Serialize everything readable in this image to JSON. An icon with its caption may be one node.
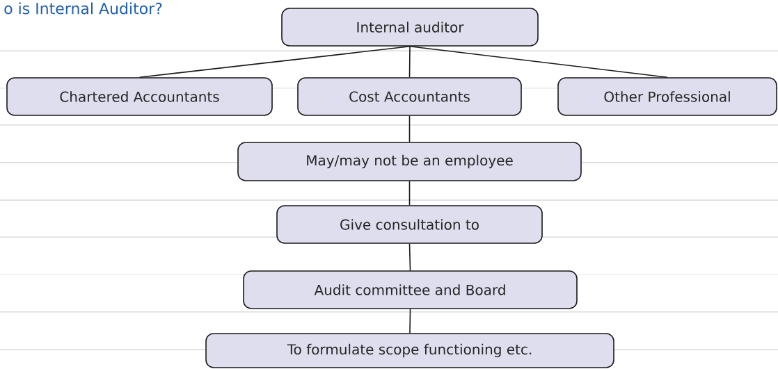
{
  "diagram": {
    "title": "o is Internal Auditor?",
    "nodes": [
      {
        "text": [
          "Internal auditor"
        ]
      },
      {
        "text": [
          "Chartered Accountants"
        ]
      },
      {
        "text": [
          "Cost Accountants"
        ]
      },
      {
        "text": [
          "Other Professional"
        ]
      },
      {
        "text": [
          "May/may not be an employee"
        ]
      },
      {
        "text": [
          "Give consultation to"
        ]
      },
      {
        "text": [
          "Audit committee and Board"
        ]
      },
      {
        "text": [
          "To formulate scope functioning etc."
        ]
      }
    ],
    "edges": [
      {
        "from": 0,
        "to": 1,
        "arrow": "none"
      },
      {
        "from": 0,
        "to": 2,
        "arrow": "none"
      },
      {
        "from": 0,
        "to": 3,
        "arrow": "none"
      },
      {
        "from": 2,
        "to": 4,
        "arrow": "none"
      },
      {
        "from": 4,
        "to": 5,
        "arrow": "none"
      },
      {
        "from": 5,
        "to": 6,
        "arrow": "none"
      },
      {
        "from": 6,
        "to": 7,
        "arrow": "none"
      }
    ]
  }
}
